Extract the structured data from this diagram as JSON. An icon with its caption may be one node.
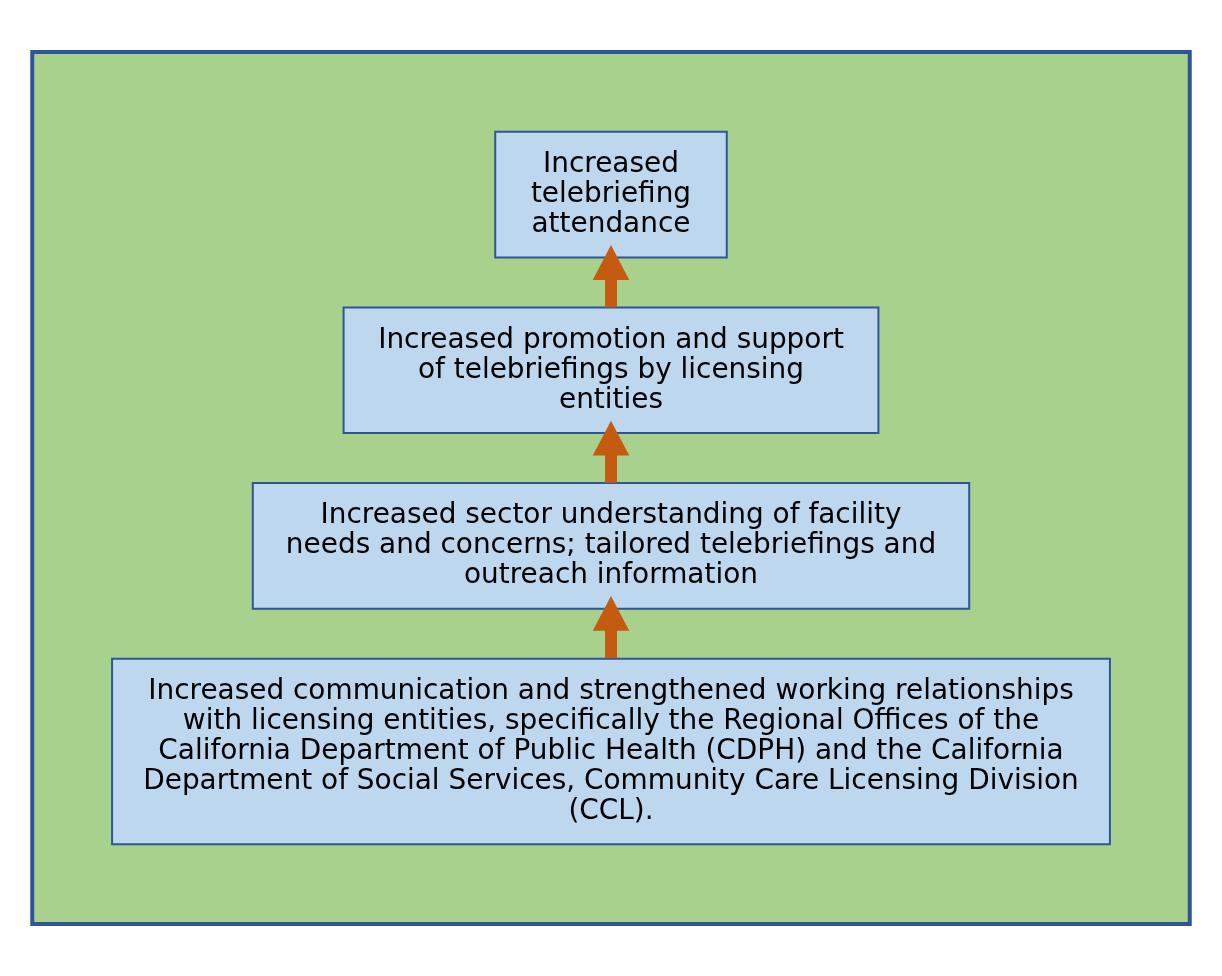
{
  "diagram": {
    "nodes": [
      {
        "text": [],
        "shape": "triangle"
      },
      {
        "text": [
          "Increased telebriefing attendance"
        ],
        "in": 0
      },
      {
        "text": [
          "Increased promotion and support of telebriefings by licensing entities"
        ],
        "in": 0
      },
      {
        "text": [
          "Increased sector understanding of facility needs and concerns; tailored telebriefings and outreach information"
        ],
        "in": 0
      },
      {
        "text": [
          "Increased communication and strengthened working relationships with licensing entities, specifically the Regional Offices of the California Department of Public Health (CDPH) and the California Department of Social Services, Community Care Licensing Division (CCL)."
        ],
        "in": 0
      }
    ],
    "edges": [
      {
        "from": 4,
        "to": 3,
        "arrow": "to"
      },
      {
        "from": 3,
        "to": 2,
        "arrow": "to"
      },
      {
        "from": 2,
        "to": 1,
        "arrow": "to"
      }
    ]
  }
}
